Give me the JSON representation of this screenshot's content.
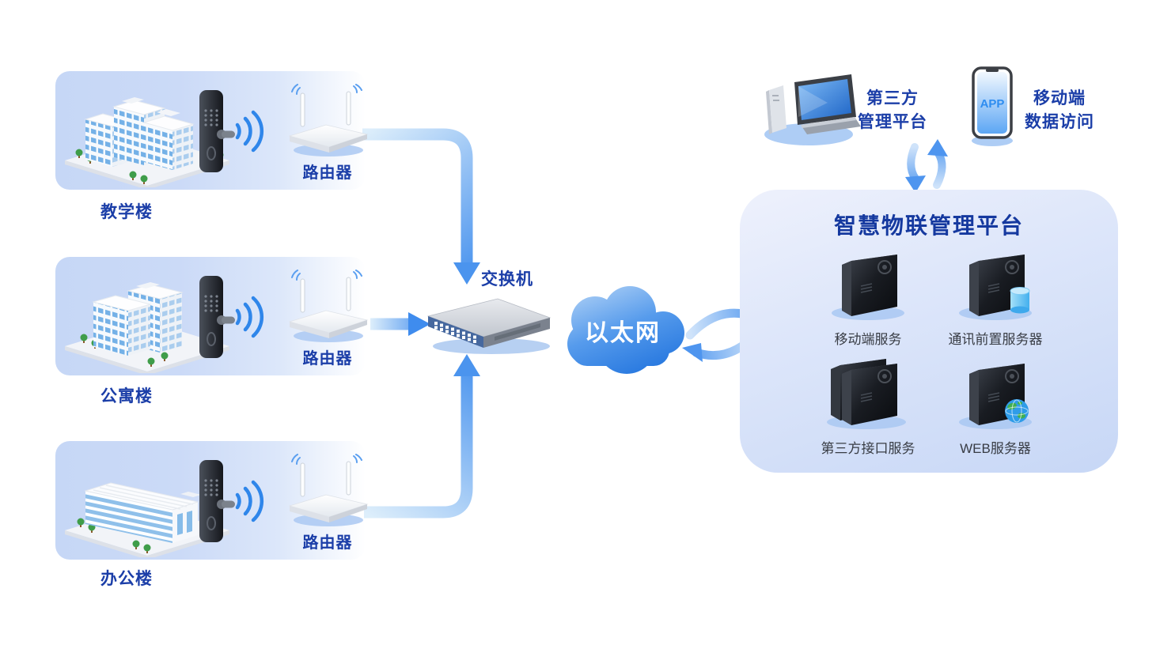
{
  "diagram": {
    "rows": [
      {
        "building_label": "教学楼",
        "router_label": "路由器"
      },
      {
        "building_label": "公寓楼",
        "router_label": "路由器"
      },
      {
        "building_label": "办公楼",
        "router_label": "路由器"
      }
    ],
    "switch_label": "交换机",
    "cloud_label": "以太网",
    "platform": {
      "title": "智慧物联管理平台",
      "servers": [
        {
          "label": "移动端服务"
        },
        {
          "label": "通讯前置服务器"
        },
        {
          "label": "第三方接口服务"
        },
        {
          "label": "WEB服务器"
        }
      ]
    },
    "external": {
      "computer_label_line1": "第三方",
      "computer_label_line2": "管理平台",
      "phone_label_line1": "移动端",
      "phone_label_line2": "数据访问",
      "phone_screen_text": "APP"
    },
    "colors": {
      "label_blue": "#1b3ea8",
      "title_blue": "#15399f",
      "server_label_gray": "#383c44",
      "panel_blue": "#c6d7f6",
      "arrow_blue": "#4b94ee",
      "cloud_top": "#a9cdf5",
      "cloud_bottom": "#2a7ae0",
      "app_text_blue": "#2e8df0"
    }
  }
}
